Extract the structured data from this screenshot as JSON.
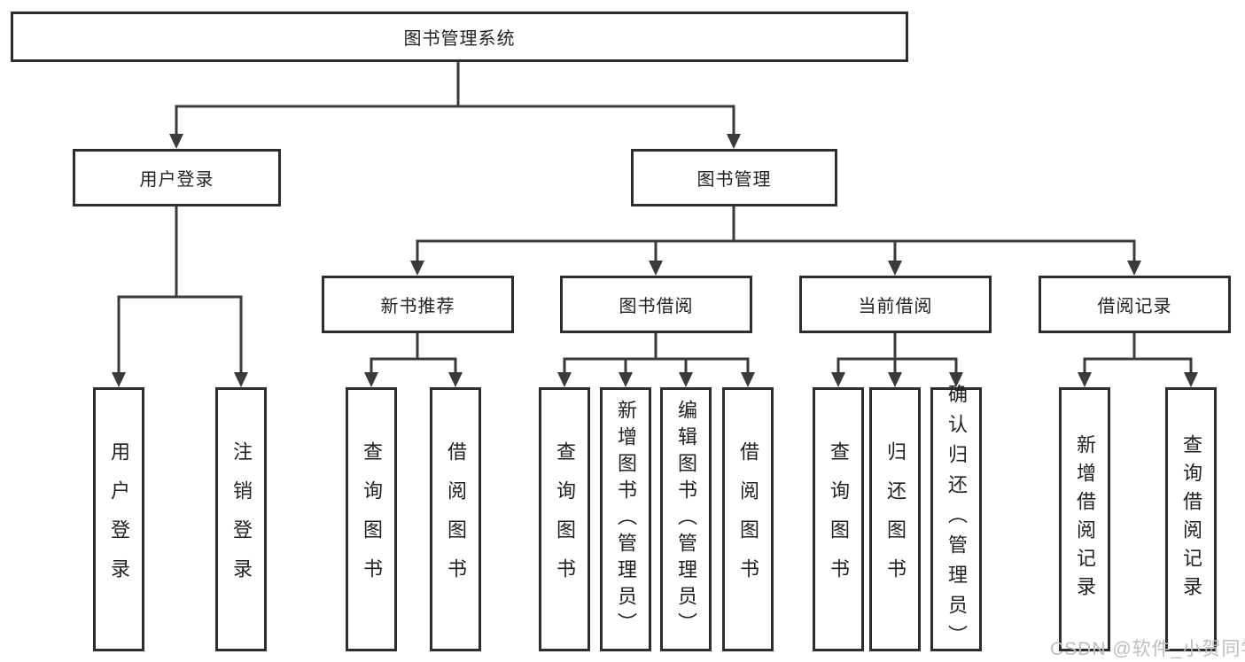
{
  "diagram": {
    "root": "图书管理系统",
    "level2": [
      "用户登录",
      "图书管理"
    ],
    "level3": [
      "新书推荐",
      "图书借阅",
      "当前借阅",
      "借阅记录"
    ],
    "leaves": {
      "user_login": [
        "用户登录",
        "注销登录"
      ],
      "new_book": [
        "查询图书",
        "借阅图书"
      ],
      "book_borrow": [
        "查询图书",
        "新增图书（管理员）",
        "编辑图书（管理员）",
        "借阅图书"
      ],
      "current_borrow": [
        "查询图书",
        "归还图书",
        "确认归还（管理员）"
      ],
      "borrow_record": [
        "新增借阅记录",
        "查询借阅记录"
      ]
    }
  },
  "watermark": "CSDN @软件_小贺同学",
  "colors": {
    "line": "#3a3a3a",
    "border": "#2d2d2d",
    "text": "#212121",
    "watermark": "#bdbdbd",
    "background": "#ffffff"
  }
}
